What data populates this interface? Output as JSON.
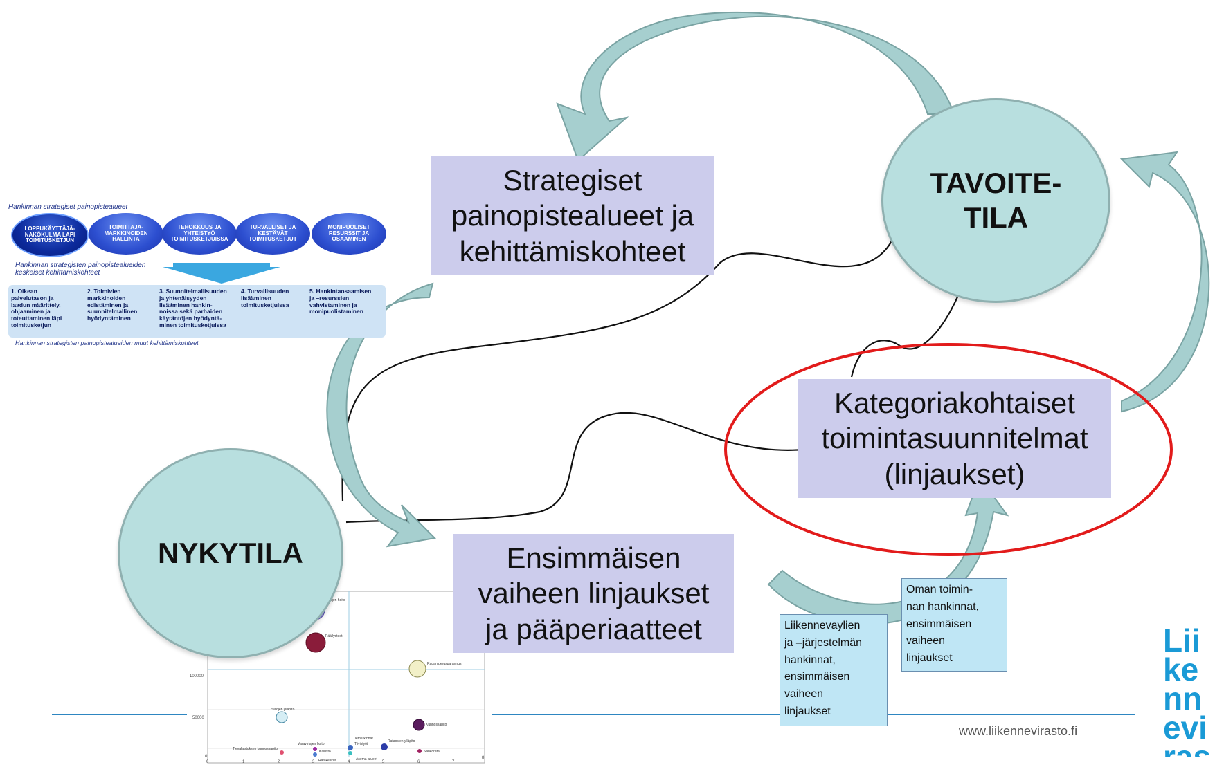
{
  "boxes": {
    "strategiset": "Strategiset\npainopistealueet ja\nkehittämiskohteet",
    "ensimmaisen": "Ensimmäisen\nvaiheen linjaukset\nja pääperiaatteet",
    "kategoria": "Kategoriakohtaiset\ntoimintasuunnitelmat\n(linjaukset)"
  },
  "circles": {
    "tavoitetila": "TAVOITE-\nTILA",
    "nykytila": "NYKYTILA"
  },
  "documents": {
    "liikennevaylien": "Liikennevaylien\nja –järjestelmän\nhankinnat,\nensimmäisen\nvaiheen\nlinjaukset",
    "oman": "Oman toimin-\nnan hankinnat,\nensimmäisen\nvaiheen\nlinjaukset"
  },
  "strategy_slide": {
    "heading": "Hankinnan strategiset painopistealueet",
    "pills": [
      "LOPPUKÄYTTÄJÄ-\nNÄKÖKULMA LÄPI\nTOIMITUSKETJUN",
      "TOIMITTAJA-\nMARKKINOIDEN\nHALLINTA",
      "TEHOKKUUS JA\nYHTEISTYÖ\nTOIMITUSKETJUISSA",
      "TURVALLISET JA\nKESTÄVÄT\nTOIMITUSKETJUT",
      "MONIPUOLISET\nRESURSSIT JA\nOSAAMINEN"
    ],
    "subheading": "Hankinnan strategisten painopistealueiden\nkeskeiset kehittämiskohteet",
    "items": [
      "1. Oikean\n    palvelutason ja\n    laadun määrittely,\n    ohjaaminen ja\n    toteuttaminen läpi\n    toimitusketjun",
      "2. Toimivien\n    markkinoiden\n    edistäminen ja\n    suunnitelmallinen\n    hyödyntäminen",
      "3. Suunnitelmallisuuden\n    ja yhtenäisyyden\n    lisääminen hankin-\n    noissa sekä parhaiden\n    käytäntöjen hyödyntä-\n    minen toimitusketjuissa",
      "4. Turvallisuuden\n    lisääminen\n    toimitusketjuissa",
      "5. Hankintaosaamisen\n    ja –resurssien\n    vahvistaminen ja\n    monipuolistaminen"
    ],
    "footer": "Hankinnan strategisten painopistealueiden muut kehittämiskohteet"
  },
  "bubble_chart": {
    "y_ticks": [
      "100000",
      "50000",
      "0"
    ],
    "x_ticks": [
      "0",
      "1",
      "2",
      "3",
      "4",
      "5",
      "6",
      "7",
      "8"
    ],
    "bubble_labels": [
      "Siltojen hoito",
      "Päällysteet",
      "Radan perusparannus",
      "Siltojen ylläpito",
      "Kunnossapito",
      "Tievalaistuksen kunnossapito",
      "Varavirtajen hoito",
      "Kalusto",
      "Rataosien ylläpito",
      "Sähkörata",
      "Tiemerkinnät",
      "Tiivistyöt",
      "Ratakeskus",
      "Asema-alueet"
    ]
  },
  "footer": {
    "url": "www.liikennevirasto.fi",
    "logo_text": "Liikennevirasto"
  },
  "colors": {
    "box": "#ccccec",
    "circle": "#b8dfdf",
    "arrow": "#9dc6c6",
    "ellipse": "#e21b1b",
    "rule": "#2e86c1",
    "logo": "#1a9ad6"
  }
}
